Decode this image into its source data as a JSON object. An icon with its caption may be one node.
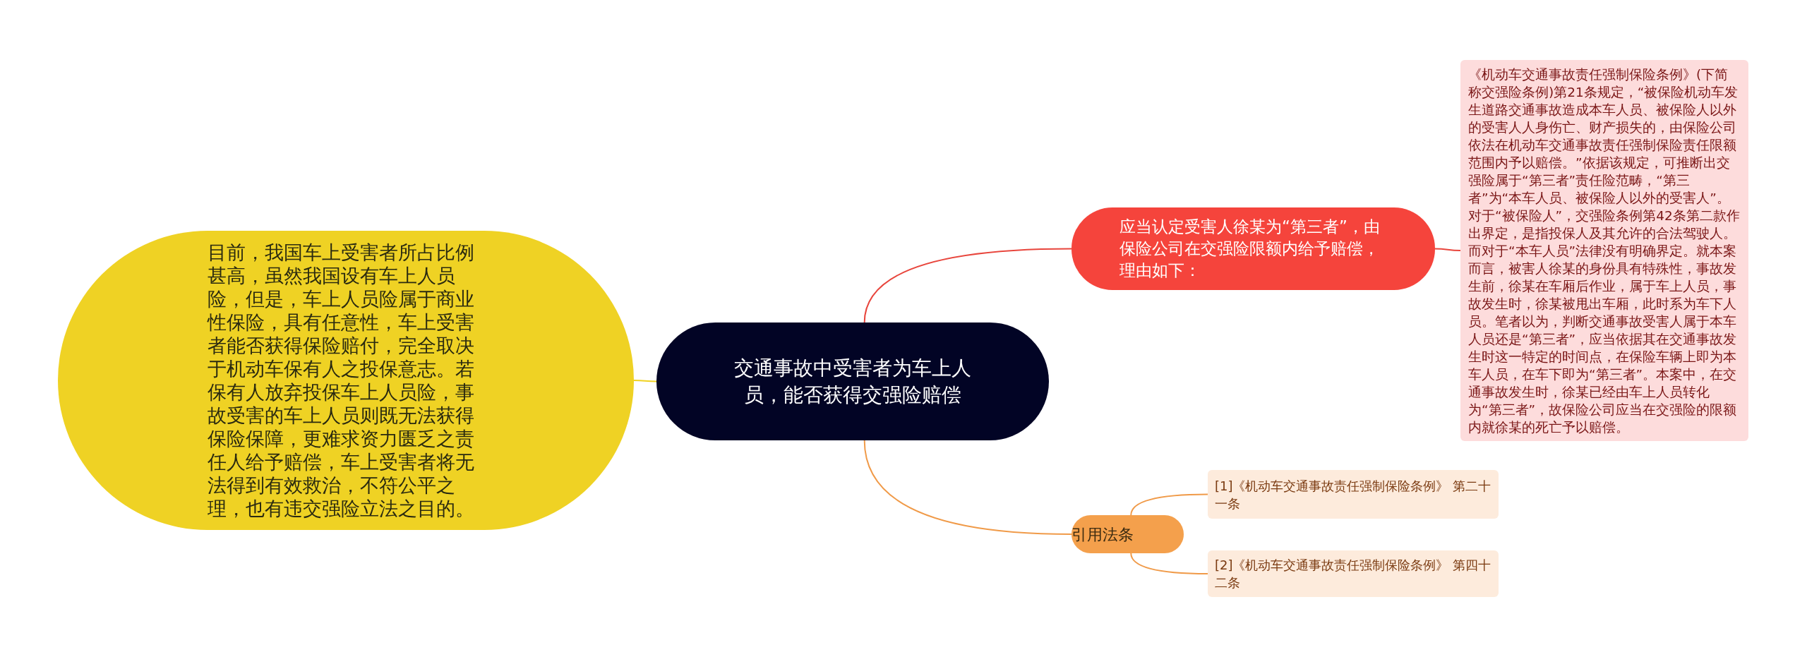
{
  "diagram": {
    "nodes": [
      {
        "text": [
          "交通事故中受害者为车上人员，能否获得交强险赔偿"
        ]
      },
      {
        "text": [
          "应当认定受害人徐某为“第三者”，由保险公司在交强险限额内给予赔偿，理由如下："
        ]
      },
      {
        "text": [
          "《机动车交通事故责任强制保险条例》(下简称交强险条例)第21条规定，“被保险机动车发生道路交通事故造成本车人员、被保险人以外的受害人人身伤亡、财产损失的，由保险公司依法在机动车交通事故责任强制保险责任限额范围内予以赔偿。”依据该规定，可推断出交强险属于“第三者”责任险范畴，“第三者”为“本车人员、被保险人以外的受害人”。对于“被保险人”，交强险条例第42条第二款作出界定，是指投保人及其允许的合法驾驶人。而对于“本车人员”法律没有明确界定。就本案而言，被害人徐某的身份具有特殊性，事故发生前，徐某在车厢后作业，属于车上人员，事故发生时，徐某被甩出车厢，此时系为车下人员。笔者以为，判断交通事故受害人属于本车人员还是“第三者”，应当依据其在交通事故发生时这一特定的时间点，在保险车辆上即为本车人员，在车下即为“第三者”。本案中，在交通事故发生时，徐某已经由车上人员转化为“第三者”，故保险公司应当在交强险的限额内就徐某的死亡予以赔偿。"
        ]
      },
      {
        "text": [
          "目前，我国车上受害者所占比例甚高，虽然我国设有车上人员险，但是，车上人员险属于商业性保险，具有任意性，车上受害者能否获得保险赔付，完全取决于机动车保有人之投保意志。若保有人放弃投保车上人员险，事故受害的车上人员则既无法获得保险保障，更难求资力匮乏之责任人给予赔偿，车上受害者将无法得到有效救治，不符公平之理，也有违交强险立法之目的。"
        ]
      },
      {
        "text": [
          "引用法条"
        ]
      },
      {
        "text": [
          "[1]《机动车交通事故责任强制保险条例》 第二十一条"
        ]
      },
      {
        "text": [
          "[2]《机动车交通事故责任强制保险条例》 第四十二条"
        ]
      }
    ],
    "edges": [
      {
        "from": 0,
        "to": 1,
        "arrow": "none",
        "color": "#e8453c"
      },
      {
        "from": 1,
        "to": 2,
        "arrow": "none",
        "color": "#e8453c"
      },
      {
        "from": 0,
        "to": 3,
        "arrow": "none",
        "color": "#f0d222"
      },
      {
        "from": 0,
        "to": 4,
        "arrow": "none",
        "color": "#f09a48"
      },
      {
        "from": 4,
        "to": 5,
        "arrow": "none",
        "color": "#f09a48"
      },
      {
        "from": 4,
        "to": 6,
        "arrow": "none",
        "color": "#f09a48"
      }
    ]
  }
}
